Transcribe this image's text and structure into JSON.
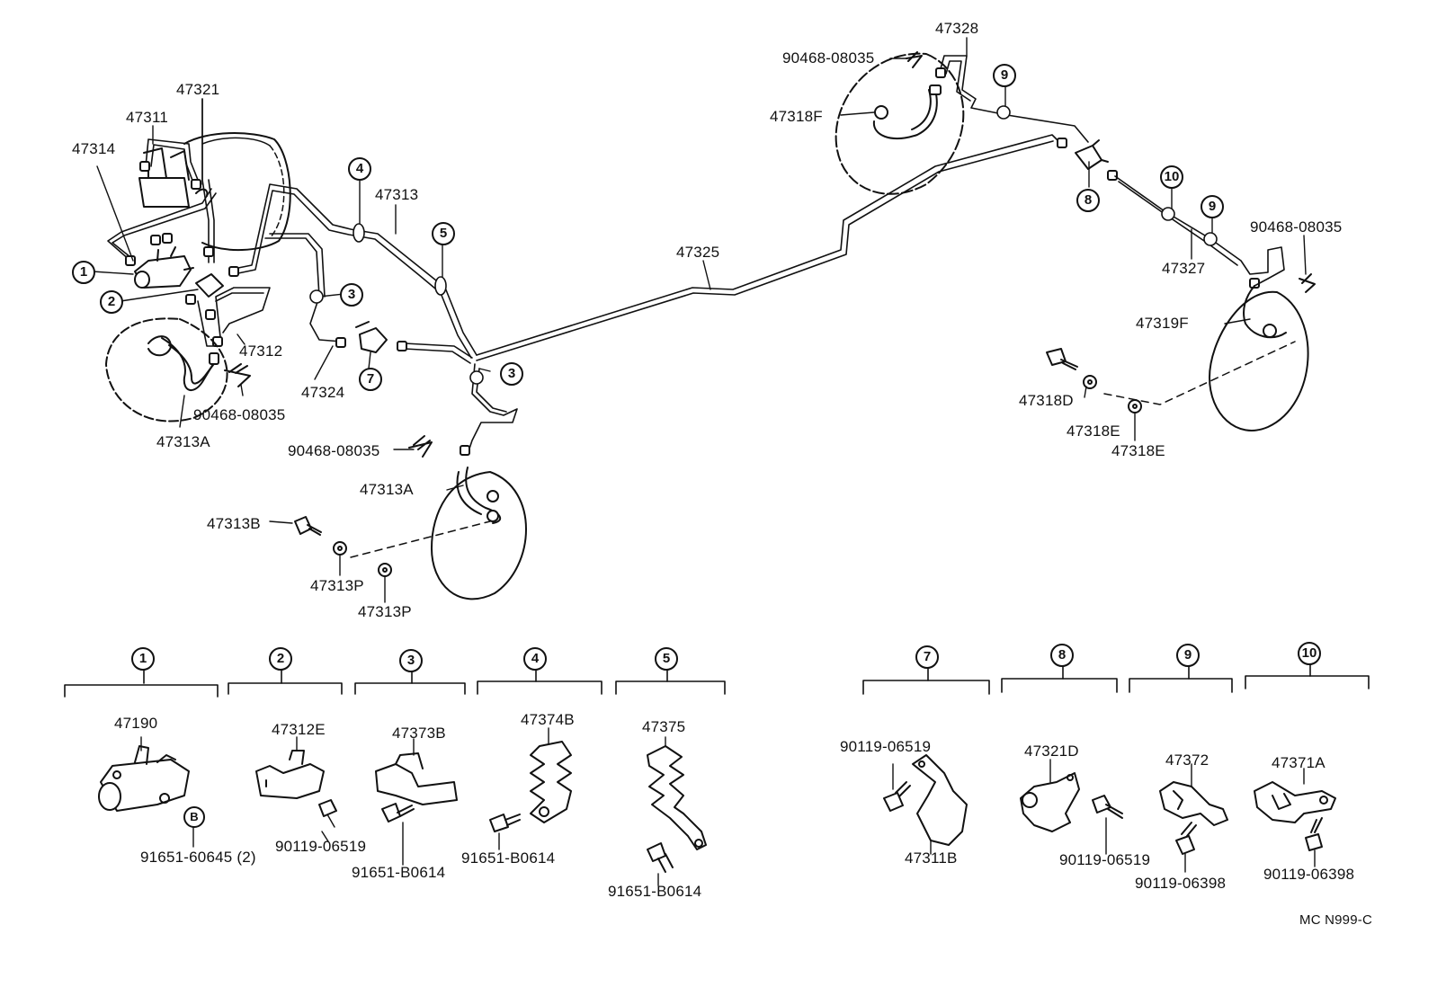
{
  "labels": {
    "l47328": "47328",
    "l90468_a": "90468-08035",
    "l47318F": "47318F",
    "l47321": "47321",
    "l47311": "47311",
    "l47314": "47314",
    "l47313": "47313",
    "l47325": "47325",
    "l90468_b": "90468-08035",
    "l47327": "47327",
    "l47319F": "47319F",
    "l47312": "47312",
    "l47324": "47324",
    "l90468_c": "90468-08035",
    "l47313A_a": "47313A",
    "l47318D": "47318D",
    "l47318E_a": "47318E",
    "l47318E_b": "47318E",
    "l90468_d": "90468-08035",
    "l47313A_b": "47313A",
    "l47313B": "47313B",
    "l47313P_a": "47313P",
    "l47313P_b": "47313P",
    "l47190": "47190",
    "l47312E": "47312E",
    "l47373B": "47373B",
    "l47374B": "47374B",
    "l47375": "47375",
    "l91651_60645": "91651-60645 (2)",
    "l90119_06519_a": "90119-06519",
    "l91651_B0614_a": "91651-B0614",
    "l91651_B0614_b": "91651-B0614",
    "l91651_B0614_c": "91651-B0614",
    "l90119_06519_b": "90119-06519",
    "l47311B": "47311B",
    "l47321D": "47321D",
    "l90119_06519_c": "90119-06519",
    "l47372": "47372",
    "l90119_06398_a": "90119-06398",
    "l47371A": "47371A",
    "l90119_06398_b": "90119-06398",
    "ref_code": "MC N999-C"
  },
  "callouts": {
    "c1": "1",
    "c2": "2",
    "c3": "3",
    "c4": "4",
    "c5": "5",
    "c7": "7",
    "c8": "8",
    "c9": "9",
    "c10": "10",
    "cB": "B"
  },
  "colors": {
    "line": "#111111",
    "background": "#ffffff"
  }
}
